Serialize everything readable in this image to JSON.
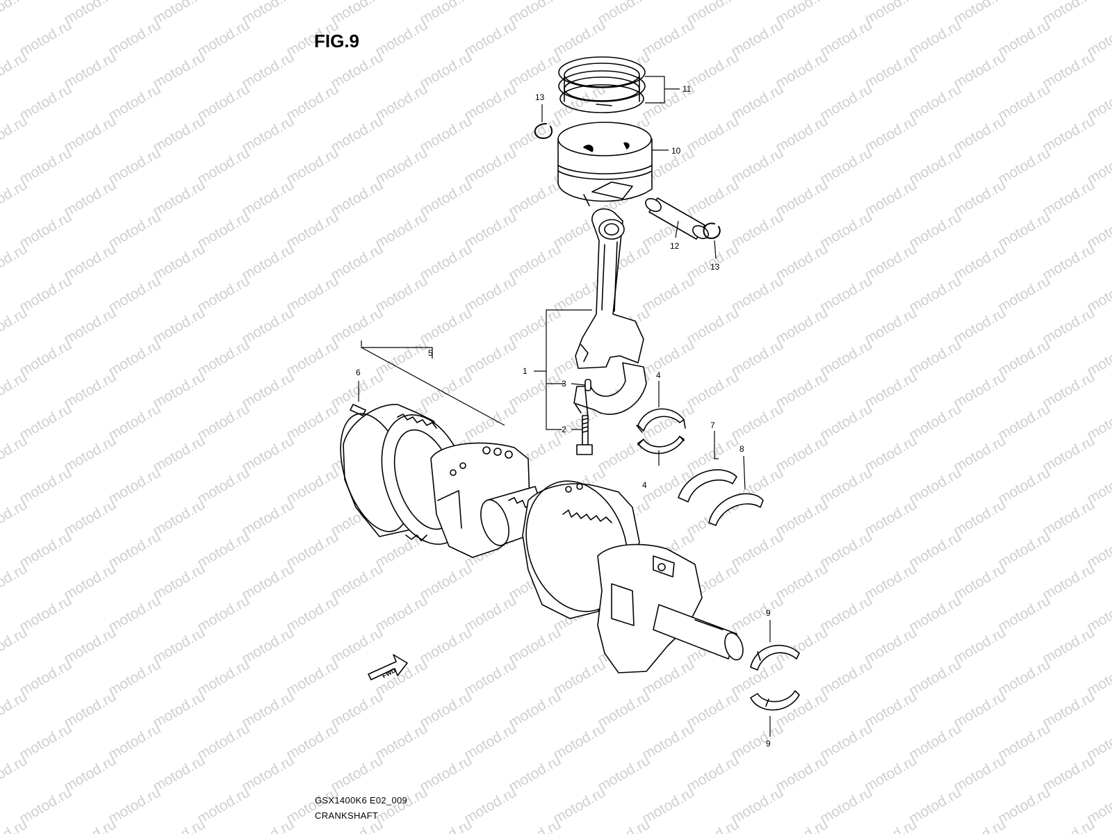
{
  "figure": {
    "title": "FIG.9"
  },
  "footer": {
    "code": "GSX1400K6 E02_009",
    "name": "CRANKSHAFT"
  },
  "watermark": {
    "text": "motod.ru"
  },
  "direction_arrow": {
    "label": "FWD"
  },
  "callouts": {
    "c1": "1",
    "c2": "2",
    "c3": "3",
    "c4a": "4",
    "c4b": "4",
    "c5": "5",
    "c6": "6",
    "c7": "7",
    "c8": "8",
    "c9a": "9",
    "c9b": "9",
    "c10": "10",
    "c11": "11",
    "c12": "12",
    "c13a": "13",
    "c13b": "13"
  },
  "parts": [
    {
      "ref": "1",
      "icon": "connecting-rod-icon"
    },
    {
      "ref": "2",
      "icon": "rod-bolt-icon"
    },
    {
      "ref": "3",
      "icon": "pin-icon"
    },
    {
      "ref": "4",
      "icon": "bearing-shell-icon"
    },
    {
      "ref": "5",
      "icon": "crankshaft-icon"
    },
    {
      "ref": "6",
      "icon": "dowel-pin-icon"
    },
    {
      "ref": "7",
      "icon": "thrust-bearing-icon"
    },
    {
      "ref": "8",
      "icon": "thrust-bearing-icon"
    },
    {
      "ref": "9",
      "icon": "journal-bearing-icon"
    },
    {
      "ref": "10",
      "icon": "piston-icon"
    },
    {
      "ref": "11",
      "icon": "piston-ring-set-icon"
    },
    {
      "ref": "12",
      "icon": "piston-pin-icon"
    },
    {
      "ref": "13",
      "icon": "circlip-icon"
    }
  ]
}
